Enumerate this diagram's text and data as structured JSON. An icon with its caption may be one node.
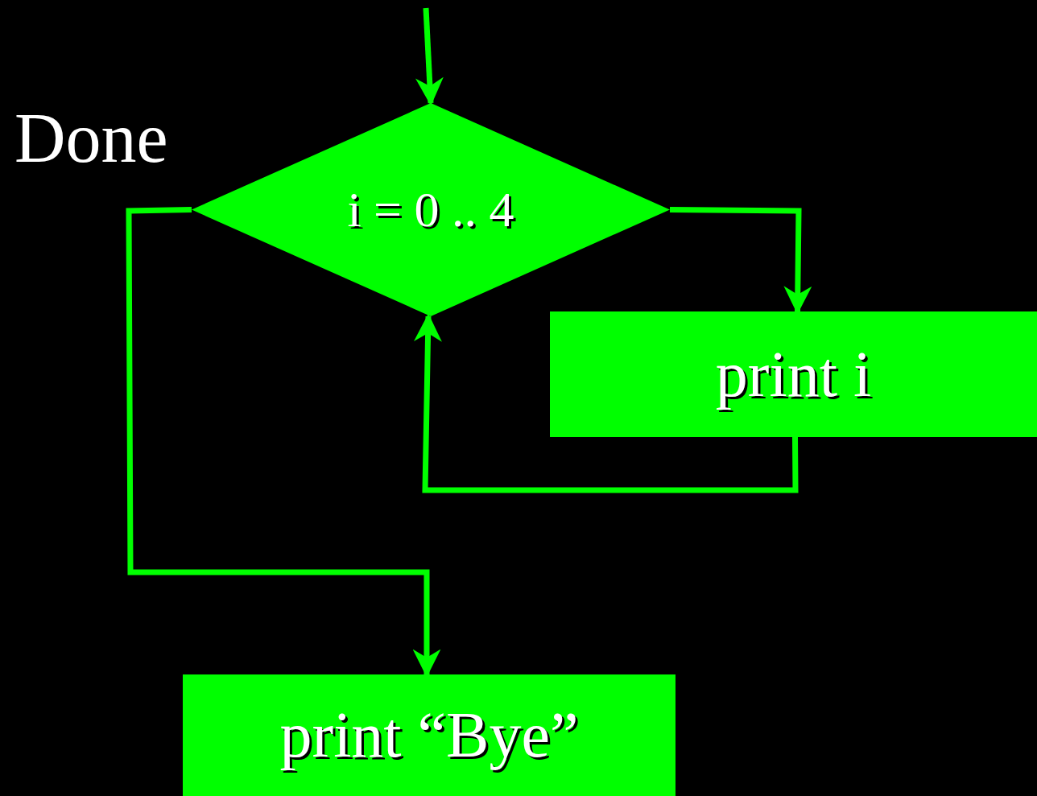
{
  "diagram": {
    "nodes": [
      {
        "text": [
          "i = 0 .. 4"
        ]
      },
      {
        "text": [
          "print i"
        ]
      },
      {
        "text": [
          "print “Bye”"
        ]
      }
    ],
    "edges": [
      {
        "from": null,
        "to": 0,
        "arrow": "to"
      },
      {
        "from": 0,
        "to": 1,
        "arrow": "to"
      },
      {
        "from": 1,
        "to": 0,
        "arrow": "to"
      },
      {
        "from": 0,
        "to": 2,
        "arrow": "to",
        "label": "Done"
      }
    ]
  }
}
